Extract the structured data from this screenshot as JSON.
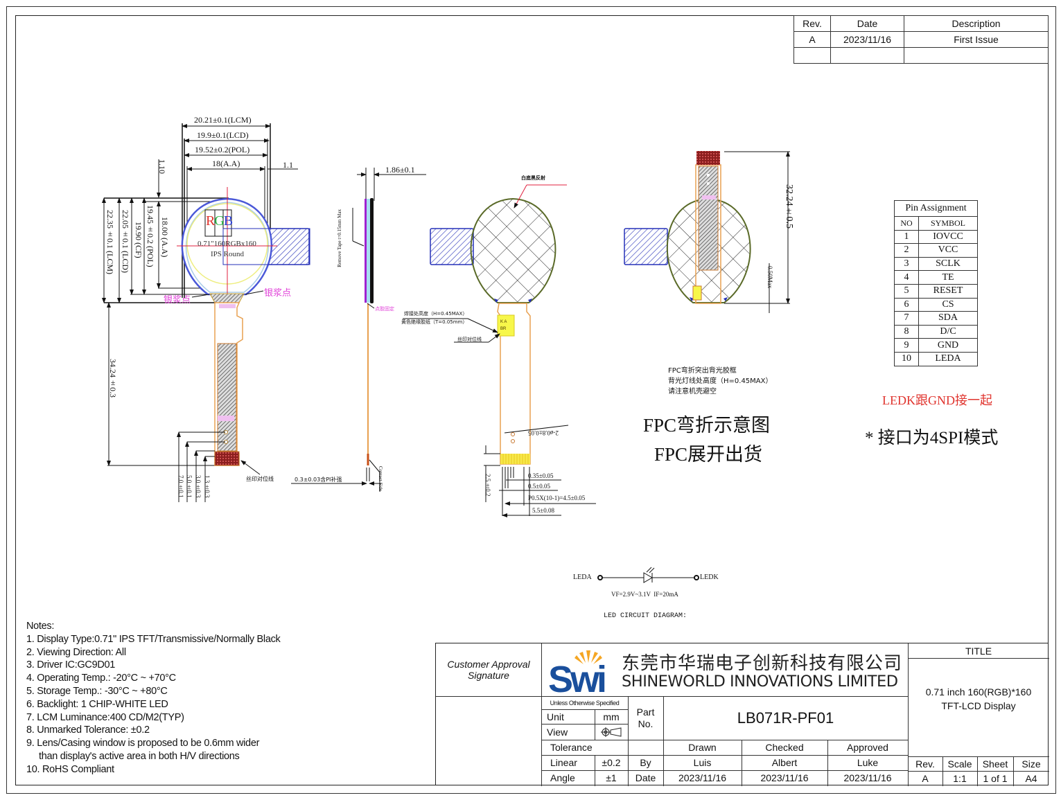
{
  "revision_table": {
    "headers": [
      "Rev.",
      "Date",
      "Description"
    ],
    "rows": [
      {
        "rev": "A",
        "date": "2023/11/16",
        "description": "First Issue"
      },
      {
        "rev": "",
        "date": "",
        "description": ""
      }
    ]
  },
  "front_view": {
    "dims_top": [
      "20.21±0.1(LCM)",
      "19.9±0.1(LCD)",
      "19.52±0.2(POL)",
      "18(A.A)"
    ],
    "dim_right_offset": "1.1",
    "dim_top_offset": "1.10",
    "dims_left": [
      "22.35±0.1 (LCM)",
      "22.05±0.1 (LCD)",
      "19.90 (CF)",
      "19.45±0.2 (POL)",
      "18.00 (A.A)"
    ],
    "rgb_letters": [
      "R",
      "G",
      "B"
    ],
    "rgb_colors": [
      "#e0342e",
      "#2fb84a",
      "#2c3fd0"
    ],
    "display_text_1": "0.71\"160RGBx160",
    "display_text_2": "IPS Round",
    "silver_paste_left": "银浆点",
    "silver_paste_right": "银浆点",
    "fpc_length": "34.24±0.3",
    "fpc_dims_bottom": [
      "7.0±0.1",
      "5.0±0.1",
      "3.0±0.3",
      "1.3±0.3"
    ],
    "silkscreen_label": "丝印对位线"
  },
  "side_view": {
    "thickness": "1.86±0.1",
    "remove_tape": "Remove Tape t=0.15mm Max",
    "glue_label": "点胶固定",
    "fpc_thickness": "0.3±0.03含PI补强",
    "contact_side": "Contact Side"
  },
  "back_view": {
    "reflector_label": "白底黑反射",
    "solder_height": "焊接处高度（H=0.45MAX）",
    "insulation_tape": "黄色绝缘胶纸（T=0.05mm）",
    "silkscreen_label": "丝印对位线",
    "hole_dim": "2-ø0.8±0.05",
    "pad_dims": [
      "0.35±0.05",
      "0.5±0.05",
      "P0.5X(10-1)=4.5±0.05",
      "5.5±0.08"
    ],
    "tail_dim": "2.5±0.2"
  },
  "bent_view": {
    "height": "32.24±0.5",
    "max_label": "0.50Max",
    "notes": [
      "FPC弯折突出背光胶框",
      "背光灯线处高度（H=0.45MAX）",
      "请注意机壳避空"
    ],
    "title_1": "FPC弯折示意图",
    "title_2": "FPC展开出货"
  },
  "pin_assignment": {
    "title": "Pin Assignment",
    "headers": [
      "NO",
      "SYMBOL"
    ],
    "pins": [
      {
        "no": "1",
        "symbol": "IOVCC"
      },
      {
        "no": "2",
        "symbol": "VCC"
      },
      {
        "no": "3",
        "symbol": "SCLK"
      },
      {
        "no": "4",
        "symbol": "TE"
      },
      {
        "no": "5",
        "symbol": "RESET"
      },
      {
        "no": "6",
        "symbol": "CS"
      },
      {
        "no": "7",
        "symbol": "SDA"
      },
      {
        "no": "8",
        "symbol": "D/C"
      },
      {
        "no": "9",
        "symbol": "GND"
      },
      {
        "no": "10",
        "symbol": "LEDA"
      }
    ],
    "ledk_note": "LEDK跟GND接一起",
    "interface_note": "* 接口为4SPI模式"
  },
  "led_circuit": {
    "anode": "LEDA",
    "cathode": "LEDK",
    "spec": "VF=2.9V~3.1V  IF=20mA",
    "title": "LED CIRCUIT DIAGRAM:"
  },
  "notes": {
    "heading": "Notes:",
    "items": [
      "1. Display Type:0.71\" IPS TFT/Transmissive/Normally Black",
      "2. Viewing Direction: All",
      "3. Driver IC:GC9D01",
      "4. Operating Temp.: -20°C ~ +70°C",
      "5. Storage Temp.: -30°C ~ +80°C",
      "6. Backlight: 1 CHIP-WHITE LED",
      "7. LCM Luminance:400 CD/M2(TYP)",
      "8. Unmarked Tolerance: ±0.2",
      "9. Lens/Casing window is proposed to be 0.6mm wider",
      "than display's active area in both H/V directions",
      "10. RoHS Compliant"
    ]
  },
  "title_block": {
    "customer_approval": "Customer Approval Signature",
    "logo_text": "Swi",
    "company_cn": "东莞市华瑞电子创新科技有限公司",
    "company_en": "SHINEWORLD INNOVATIONS LIMITED",
    "brand_color": "#1a4f9c",
    "accent_color": "#f5a623",
    "unless_specified": "Unless Otherwise Specified",
    "unit_label": "Unit",
    "unit_value": "mm",
    "view_label": "View",
    "view_symbol": "⊕⊲",
    "part_no_label": "Part No.",
    "part_no": "LB071R-PF01",
    "tolerance_label": "Tolerance",
    "linear_label": "Linear",
    "linear_value": "±0.2",
    "angle_label": "Angle",
    "angle_value": "±1",
    "by_label": "By",
    "date_label": "Date",
    "roles": [
      "Drawn",
      "Checked",
      "Approved"
    ],
    "names": [
      "Luis",
      "Albert",
      "Luke"
    ],
    "dates": [
      "2023/11/16",
      "2023/11/16",
      "2023/11/16"
    ],
    "title_label": "TITLE",
    "title_line_1": "0.71 inch 160(RGB)*160",
    "title_line_2": "TFT-LCD Display",
    "rev_label": "Rev.",
    "rev_value": "A",
    "scale_label": "Scale",
    "scale_value": "1:1",
    "sheet_label": "Sheet",
    "sheet_value": "1 of 1",
    "size_label": "Size",
    "size_value": "A4"
  }
}
